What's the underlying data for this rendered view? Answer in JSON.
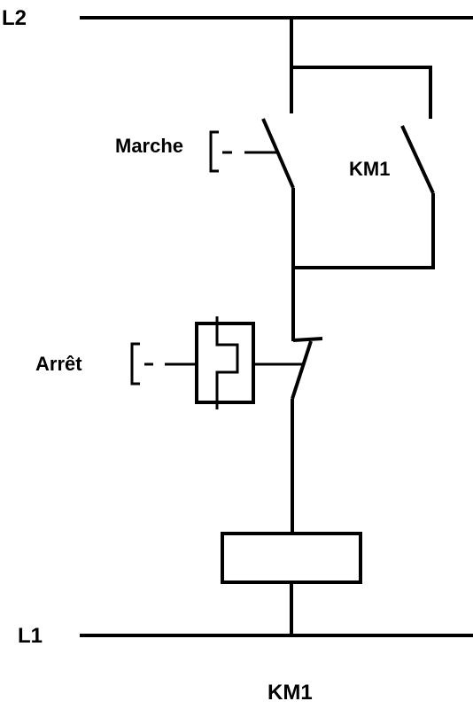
{
  "rails": {
    "top_label": "L2",
    "bottom_label": "L1"
  },
  "contacts": {
    "start_label": "Marche",
    "hold_label": "KM1",
    "stop_label": "Arrêt"
  },
  "coil": {
    "label": "KM1"
  },
  "colors": {
    "line": "#000000",
    "background": "#ffffff"
  }
}
